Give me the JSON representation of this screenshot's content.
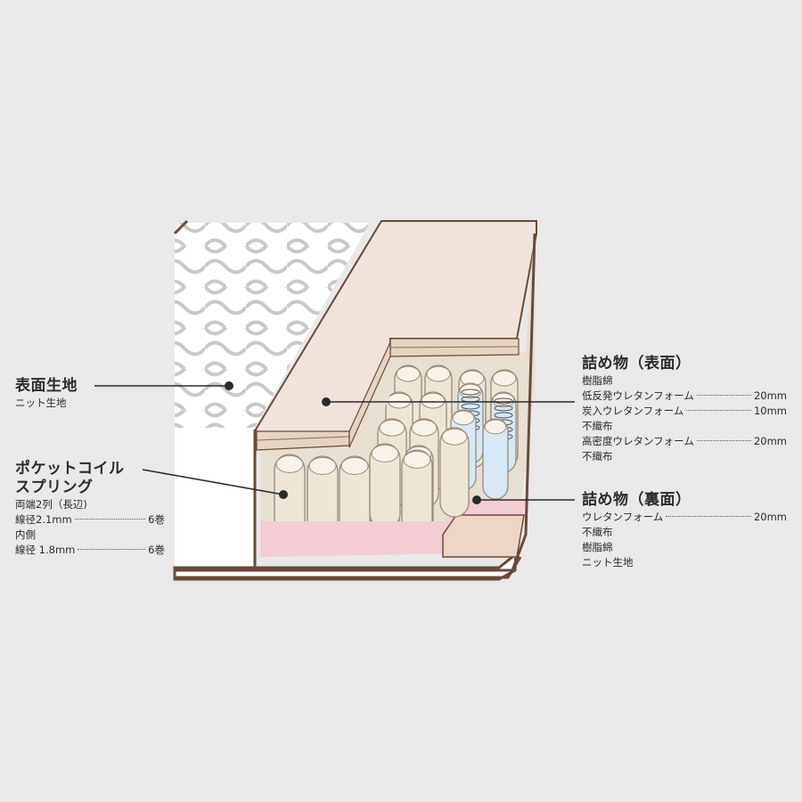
{
  "surface_fabric": {
    "title": "表面生地",
    "detail": "ニット生地"
  },
  "pocket_coil": {
    "title_line1": "ポケットコイル",
    "title_line2": "スプリング",
    "lines": [
      {
        "text": "両端2列（長辺)"
      },
      {
        "text": "線径2.1mm",
        "value": "6巻"
      },
      {
        "text": "内側"
      },
      {
        "text": "線径 1.8mm",
        "value": "6巻"
      }
    ]
  },
  "filling_top": {
    "title": "詰め物（表面）",
    "lines": [
      {
        "text": "樹脂綿"
      },
      {
        "text": "低反発ウレタンフォーム",
        "value": "20mm"
      },
      {
        "text": "炭入ウレタンフォーム",
        "value": "10mm"
      },
      {
        "text": "不織布"
      },
      {
        "text": "高密度ウレタンフォーム",
        "value": "20mm"
      },
      {
        "text": "不織布"
      }
    ]
  },
  "filling_bottom": {
    "title": "詰め物（裏面）",
    "lines": [
      {
        "text": "ウレタンフォーム",
        "value": "20mm"
      },
      {
        "text": "不織布"
      },
      {
        "text": "樹脂綿"
      },
      {
        "text": "ニット生地"
      }
    ]
  },
  "colors": {
    "background": "#e9e9e9",
    "outline": "#6b4a3a",
    "foam_top": "#efe3dc",
    "foam_layer": "#e6d4c2",
    "pink_layer": "#f2cdd3",
    "coil": "#ede5d6",
    "coil_blue": "#d6e9f5"
  }
}
